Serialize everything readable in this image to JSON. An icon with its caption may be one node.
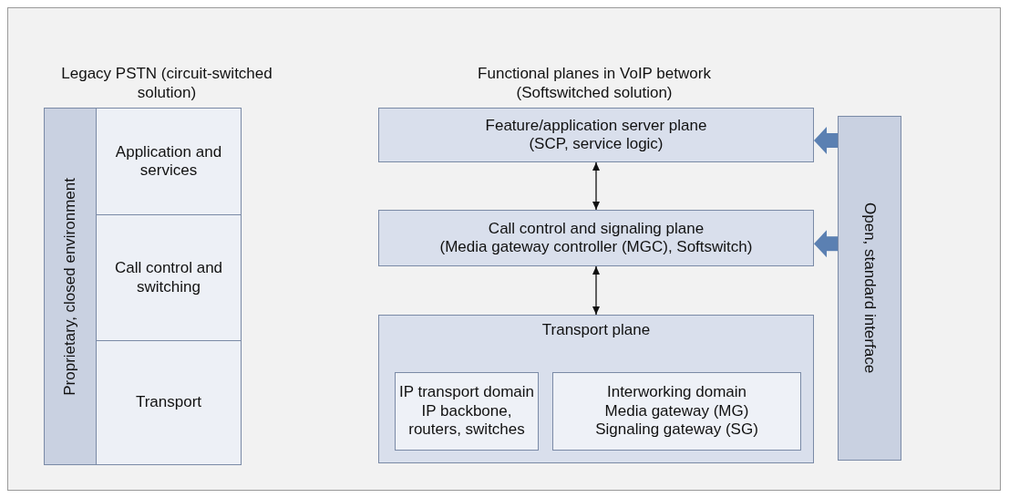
{
  "diagram": {
    "nodes": [
      {
        "text": [
          "Proprietary, closed environment"
        ]
      },
      {
        "text": [
          "Application and services"
        ]
      },
      {
        "text": [
          "Call control and switching"
        ]
      },
      {
        "text": [
          "Transport"
        ]
      },
      {
        "text": [
          "Feature/application server plane",
          "(SCP, service logic)"
        ]
      },
      {
        "text": [
          "Call control and signaling plane",
          "(Media gateway controller (MGC), Softswitch)"
        ]
      },
      {
        "text": [
          "Transport plane"
        ]
      },
      {
        "text": [
          "IP transport domain",
          "IP backbone, routers, switches"
        ],
        "in": 6
      },
      {
        "text": [
          "Interworking domain",
          "Media gateway (MG)",
          "Signaling gateway (SG)"
        ],
        "in": 6
      },
      {
        "text": [
          "Open, standard interface"
        ]
      }
    ],
    "edges": [
      {
        "from": 4,
        "to": 5,
        "arrow": "both"
      },
      {
        "from": 5,
        "to": 6,
        "arrow": "both"
      },
      {
        "from": 9,
        "to": 4,
        "arrow": "to",
        "style": "thick",
        "color": "#5b80b2"
      },
      {
        "from": 9,
        "to": 5,
        "arrow": "to",
        "style": "thick",
        "color": "#5b80b2"
      }
    ],
    "labels": [
      "Legacy PSTN (circuit-switched solution)",
      "Functional planes in VoIP betwork (Softswitched solution)"
    ]
  }
}
